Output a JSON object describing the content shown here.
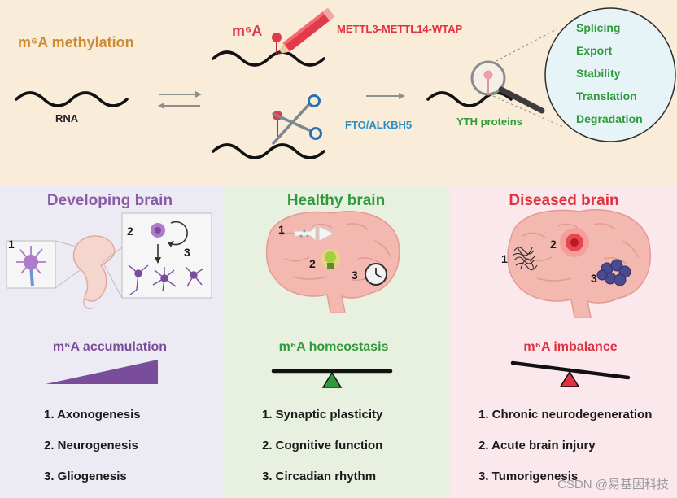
{
  "top": {
    "methylation_title": "m⁶A methylation",
    "m6a_label": "m⁶A",
    "writer_label": "METTL3-METTL14-WTAP",
    "eraser_label": "FTO/ALKBH5",
    "rna_label": "RNA",
    "reader_label": "YTH proteins",
    "functions": [
      "Splicing",
      "Export",
      "Stability",
      "Translation",
      "Degradation"
    ]
  },
  "panels": {
    "developing": {
      "title": "Developing brain",
      "level_label": "m⁶A accumulation",
      "items": [
        "1. Axonogenesis",
        "2. Neurogenesis",
        "3. Gliogenesis"
      ],
      "markers": [
        "1",
        "2",
        "3"
      ]
    },
    "healthy": {
      "title": "Healthy brain",
      "level_label": "m⁶A homeostasis",
      "items": [
        "1. Synaptic plasticity",
        "2. Cognitive function",
        "3. Circadian rhythm"
      ],
      "markers": [
        "1",
        "2",
        "3"
      ]
    },
    "diseased": {
      "title": "Diseased brain",
      "level_label": "m⁶A imbalance",
      "items": [
        "1. Chronic neurodegeneration",
        "2. Acute brain injury",
        "3. Tumorigenesis"
      ],
      "markers": [
        "1",
        "2",
        "3"
      ]
    }
  },
  "watermark": "CSDN @易基因科技",
  "colors": {
    "developing": "#8a5ba6",
    "healthy": "#2f9a3a",
    "diseased": "#e0313f",
    "writer": "#e2323f",
    "eraser": "#2a8fc5",
    "methylation": "#cf8a33"
  }
}
